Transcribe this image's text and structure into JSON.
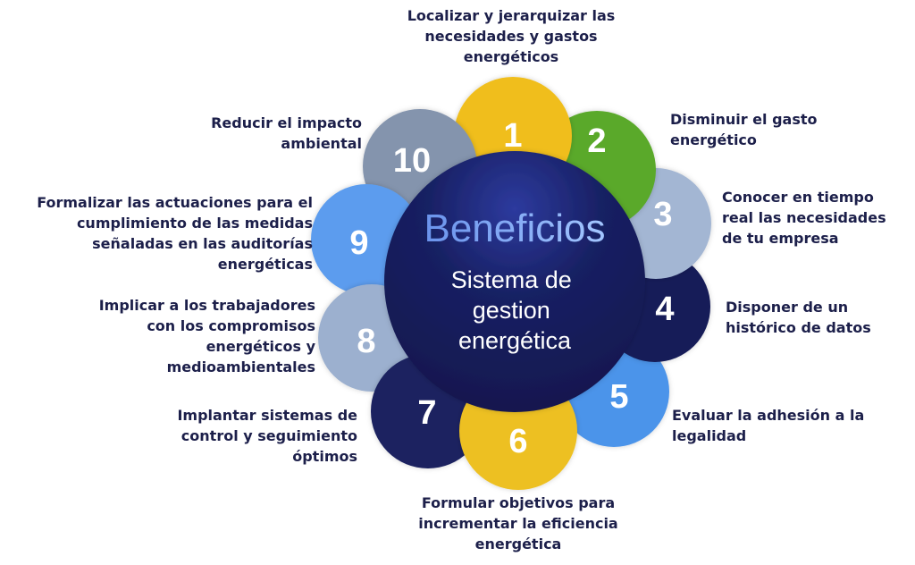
{
  "center": {
    "title": "Beneficios",
    "subtitle": "Sistema de gestion energética"
  },
  "colors": {
    "core": "#141a55",
    "title_light": "#7fb0ff",
    "title_dark": "#4f74d8",
    "text": "#1c1f4a"
  },
  "petals": [
    {
      "number": "1",
      "label": "Localizar y jerarquizar las necesidades y gastos energéticos",
      "color": "#f0be1c"
    },
    {
      "number": "2",
      "label": "Disminuir el gasto energético",
      "color": "#5aa92c"
    },
    {
      "number": "3",
      "label": "Conocer en tiempo real las necesidades de tu empresa",
      "color": "#a3b6d3"
    },
    {
      "number": "4",
      "label": "Disponer de un histórico de datos",
      "color": "#151c58"
    },
    {
      "number": "5",
      "label": "Evaluar la adhesión a la legalidad",
      "color": "#4c94ea"
    },
    {
      "number": "6",
      "label": "Formular objetivos para incrementar la eficiencia energética",
      "color": "#edc023"
    },
    {
      "number": "7",
      "label": "Implantar sistemas de control y seguimiento óptimos",
      "color": "#1a2260"
    },
    {
      "number": "8",
      "label": "Implicar a los trabajadores con los compromisos energéticos y medioambientales",
      "color": "#9cb0cf"
    },
    {
      "number": "9",
      "label": "Formalizar las actuaciones para el cumplimiento de las medidas señaladas en las auditorías energéticas",
      "color": "#5b9cee"
    },
    {
      "number": "10",
      "label": "Reducir el impacto ambiental",
      "color": "#8494ad"
    }
  ]
}
